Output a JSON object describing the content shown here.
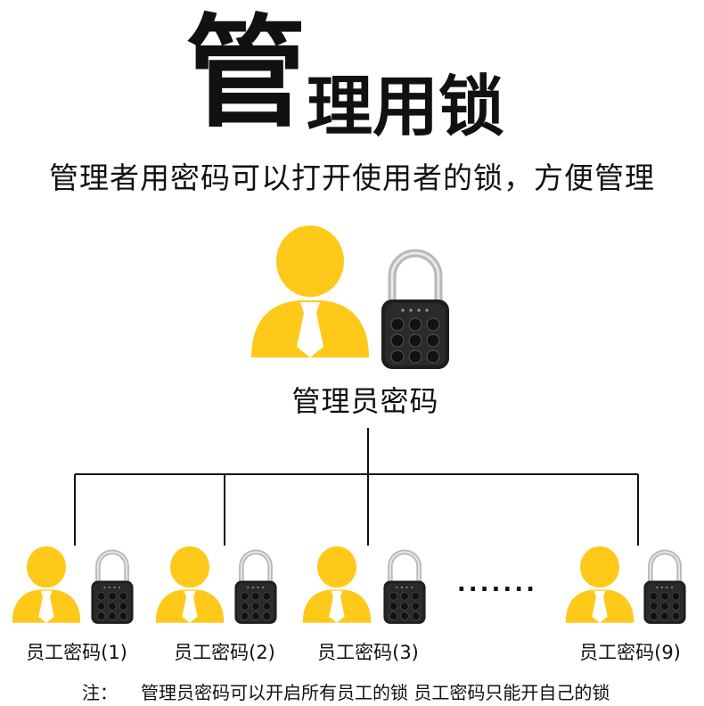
{
  "title": {
    "big_char": "管",
    "rest": "理用锁"
  },
  "subtitle": "管理者用密码可以打开使用者的锁，方便管理",
  "admin": {
    "label": "管理员密码"
  },
  "employees": [
    {
      "label": "员工密码(1)"
    },
    {
      "label": "员工密码(2)"
    },
    {
      "label": "员工密码(3)"
    },
    {
      "label": "员工密码(9)"
    }
  ],
  "ellipsis": ".......",
  "note": {
    "prefix": "注：",
    "text1": "管理员密码可以开启所有员工的锁",
    "text2": "员工密码只能开自己的锁"
  },
  "colors": {
    "person_yellow": "#FFC91A",
    "lock_body": "#1e1e1e",
    "lock_shackle": "#b8b8b8",
    "tree_line": "#111111"
  },
  "icons": [
    "person-icon",
    "padlock-icon"
  ]
}
